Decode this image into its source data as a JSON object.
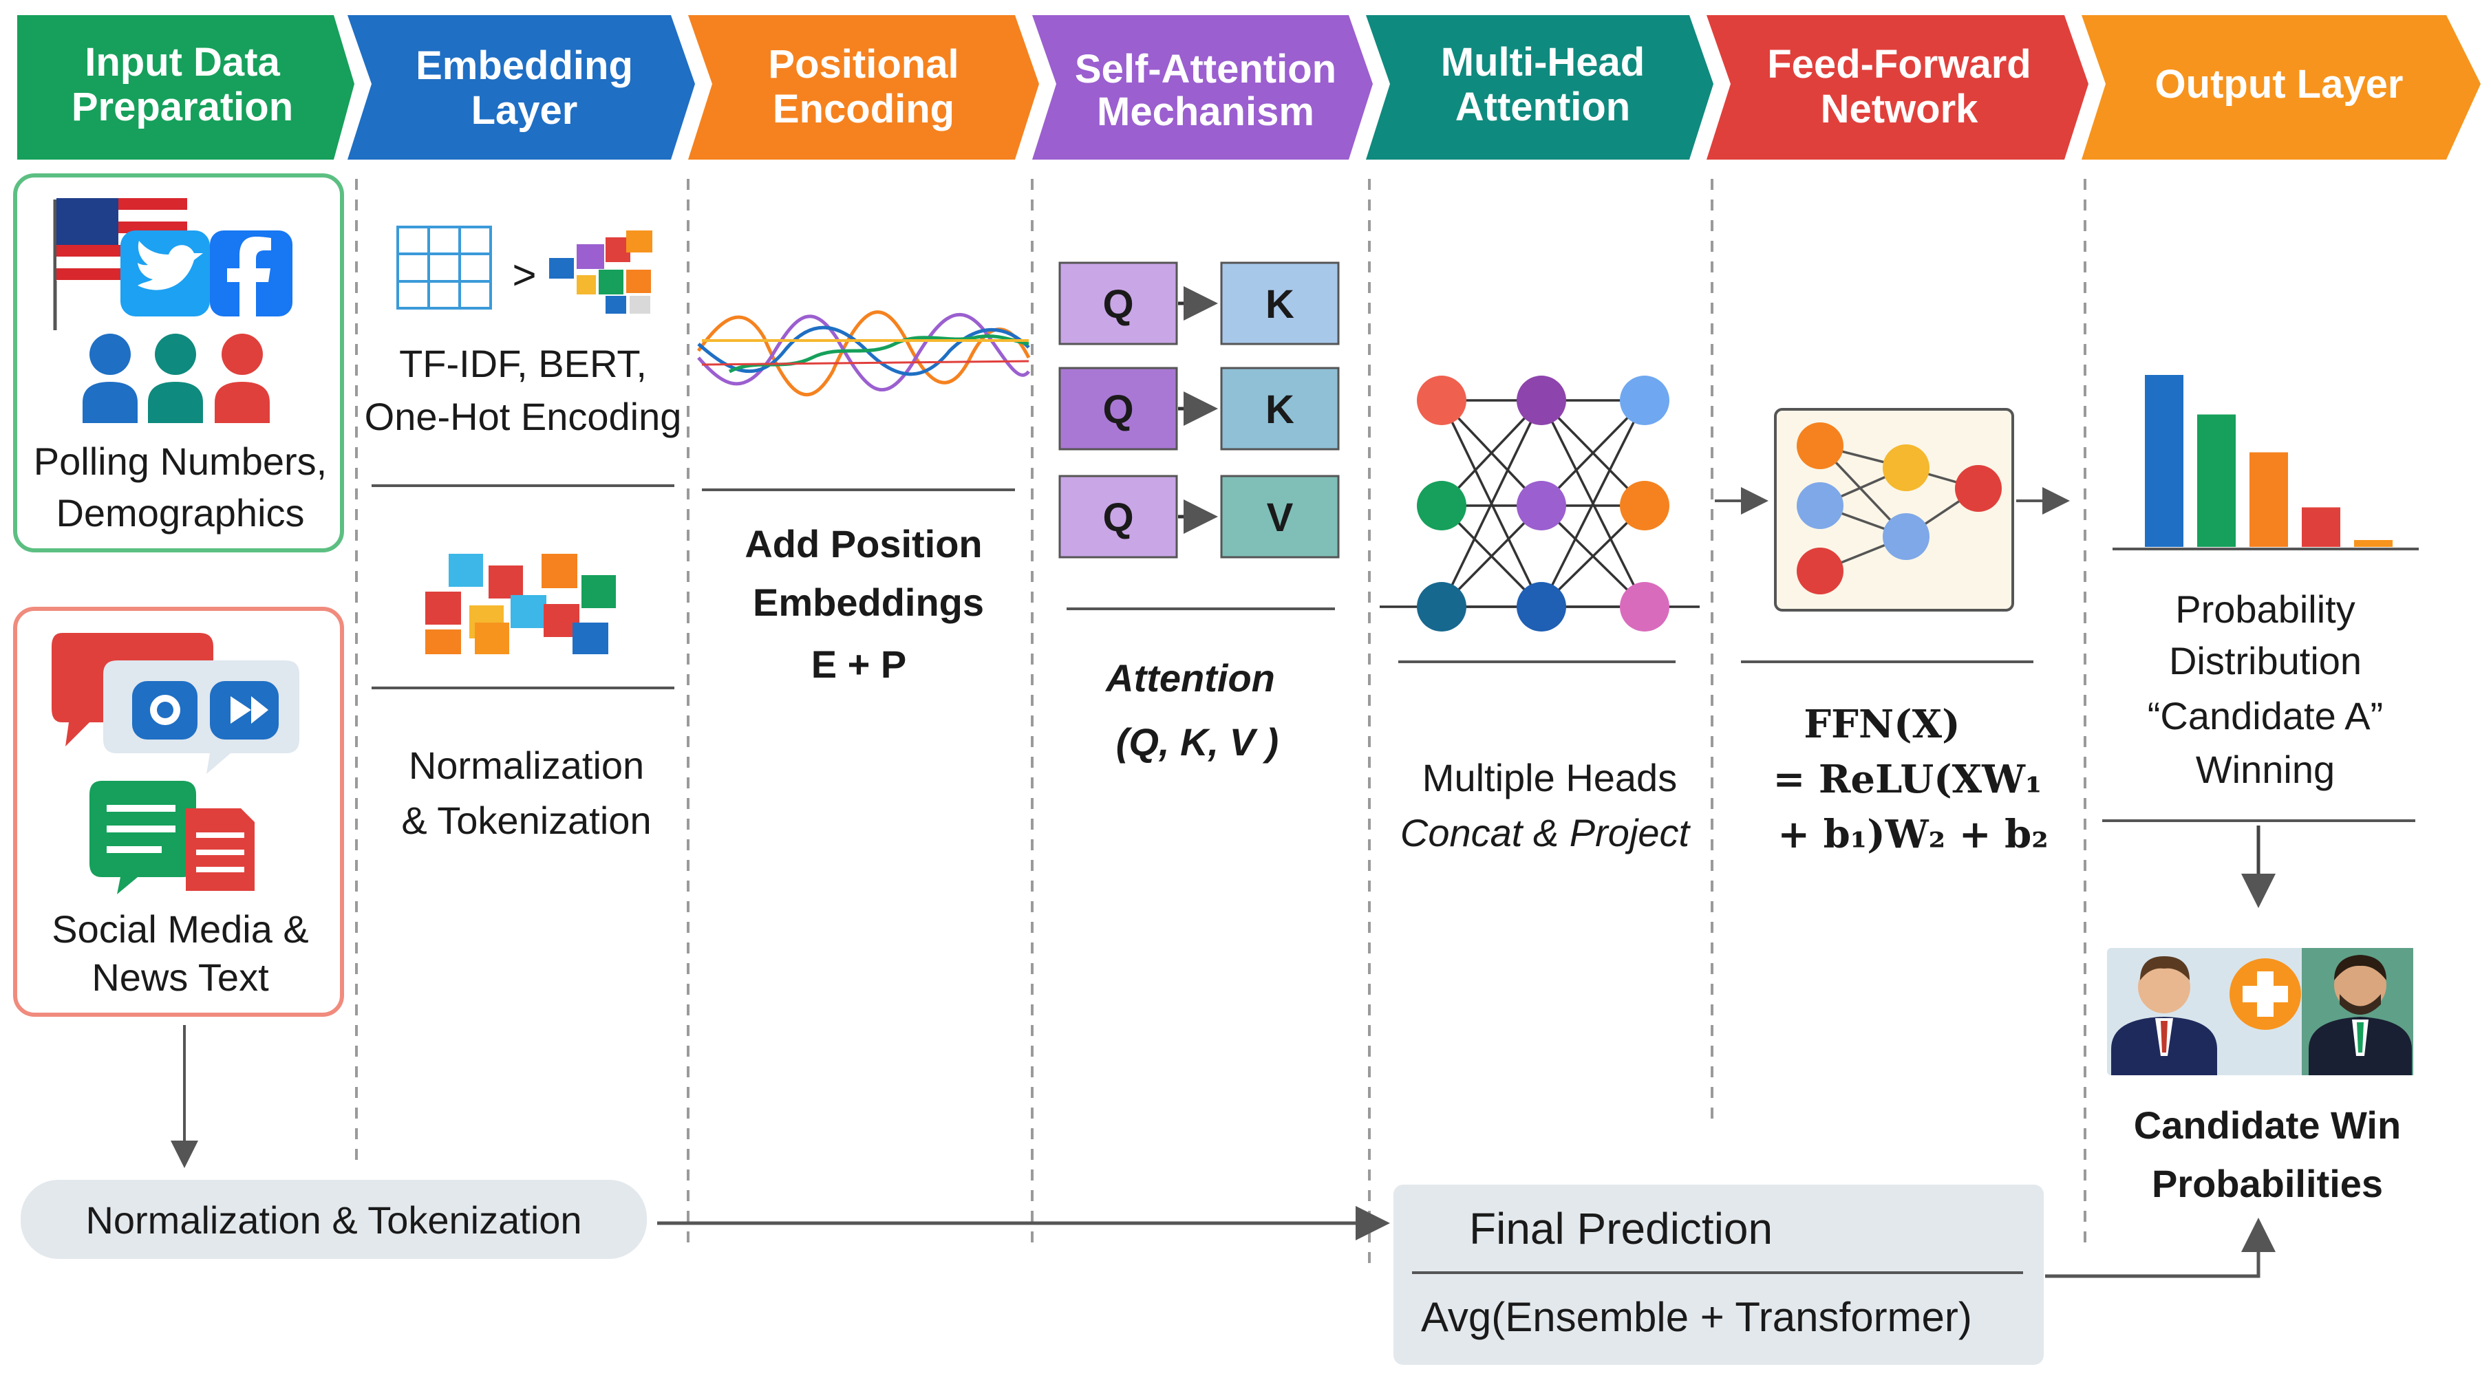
{
  "colors": {
    "green": "#16a05b",
    "blue": "#1f6fc4",
    "orange": "#f5821f",
    "purple": "#9b5fcf",
    "teal": "#0f8a7e",
    "red": "#e0403c",
    "light_orange": "#f7941d"
  },
  "stages": [
    {
      "line1": "Input Data",
      "line2": "Preparation"
    },
    {
      "line1": "Embedding",
      "line2": "Layer"
    },
    {
      "line1": "Positional",
      "line2": "Encoding"
    },
    {
      "line1": "Self-Attention",
      "line2": "Mechanism"
    },
    {
      "line1": "Multi-Head",
      "line2": "Attention"
    },
    {
      "line1": "Feed-Forward",
      "line2": "Network"
    },
    {
      "line1": "Output Layer",
      "line2": ""
    }
  ],
  "input": {
    "polling_line1": "Polling Numbers,",
    "polling_line2": "Demographics",
    "social_line1": "Social Media &",
    "social_line2": "News Text"
  },
  "embedding": {
    "methods_line1": "TF-IDF, BERT,",
    "methods_line2": "One-Hot Encoding",
    "norm_line1": "Normalization",
    "norm_line2": "& Tokenization"
  },
  "positional": {
    "line1": "Add Position",
    "line2": "Embeddings",
    "line3": "E + P"
  },
  "attention": {
    "pairs": [
      {
        "left": "Q",
        "right": "K"
      },
      {
        "left": "Q",
        "right": "K"
      },
      {
        "left": "Q",
        "right": "V"
      }
    ],
    "formula_line1": "Attention",
    "formula_line2": "(Q, K, V )"
  },
  "multihead": {
    "line1": "Multiple Heads",
    "line2": "Concat & Project"
  },
  "ffn": {
    "line1": "FFN(X)",
    "line2": "= ReLU(XW₁",
    "line3": "+ b₁)W₂ + b₂"
  },
  "output": {
    "dist_line1": "Probability",
    "dist_line2": "Distribution",
    "dist_line3": "“Candidate A”",
    "dist_line4": "Winning",
    "win_line1": "Candidate Win",
    "win_line2": "Probabilities",
    "bar_levels": [
      1.0,
      0.77,
      0.55,
      0.23,
      0.04
    ]
  },
  "bottom": {
    "norm_label": "Normalization & Tokenization",
    "final_title": "Final Prediction",
    "final_formula": "Avg(Ensemble + Transformer)"
  },
  "icons": [
    "flag-icon",
    "twitter-icon",
    "facebook-icon",
    "people-icon",
    "chat-bubbles-icon",
    "document-icon",
    "grid-icon",
    "colored-tokens-icon",
    "sine-waves-icon",
    "neural-network-icon",
    "bar-chart-icon",
    "candidates-icon",
    "arrow-icon"
  ]
}
